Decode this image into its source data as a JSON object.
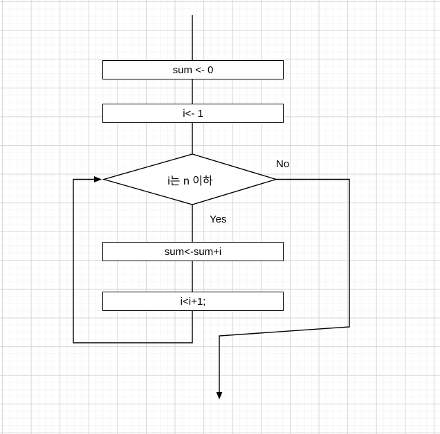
{
  "canvas": {
    "background": "#ffffff",
    "grid_minor_color": "#f6f6f6",
    "grid_major_color": "#d8d8d8",
    "stroke_color": "#000000"
  },
  "flowchart": {
    "nodes": [
      {
        "type": "process",
        "label": "sum <- 0"
      },
      {
        "type": "process",
        "label": "i<- 1"
      },
      {
        "type": "decision",
        "label": "i는 n 이하"
      },
      {
        "type": "process",
        "label": "sum<-sum+i"
      },
      {
        "type": "process",
        "label": "i<i+1;"
      }
    ],
    "branch_labels": {
      "no": "No",
      "yes": "Yes"
    }
  }
}
